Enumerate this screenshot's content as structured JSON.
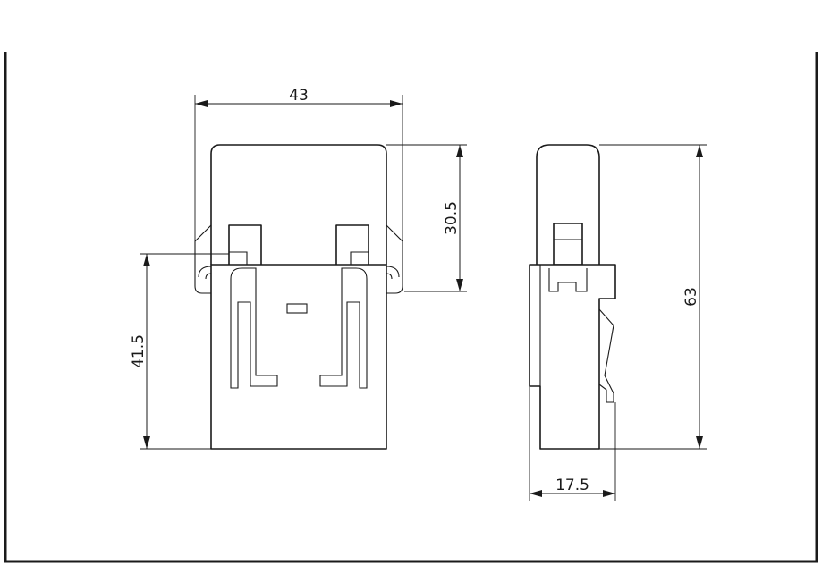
{
  "dimensions": {
    "top_width": "43",
    "upper_height": "30.5",
    "front_height": "41.5",
    "total_height": "63",
    "side_depth": "17.5"
  },
  "colors": {
    "line": "#1a1a1a",
    "background": "#ffffff"
  }
}
